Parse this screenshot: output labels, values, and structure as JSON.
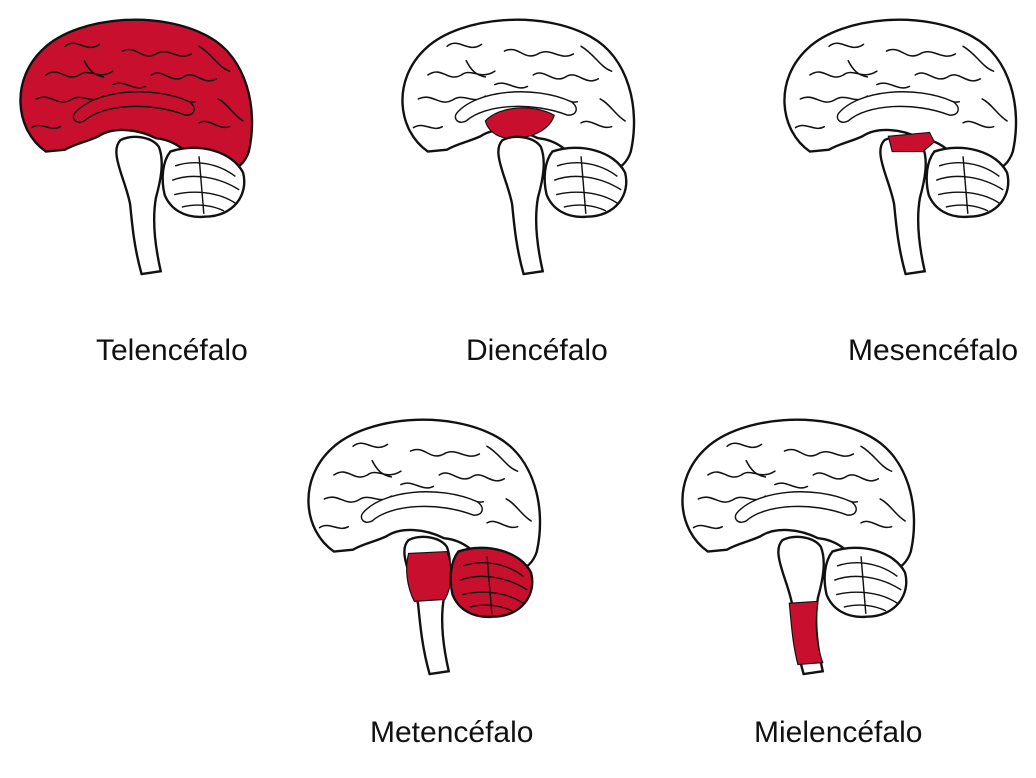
{
  "highlight_color": "#c8102e",
  "outline_color": "#111111",
  "panels": [
    {
      "label": "Telencéfalo",
      "region": "telencephalon",
      "icon": "brain-sagittal-telencephalon-highlight"
    },
    {
      "label": "Diencéfalo",
      "region": "diencephalon",
      "icon": "brain-sagittal-diencephalon-highlight"
    },
    {
      "label": "Mesencéfalo",
      "region": "mesencephalon",
      "icon": "brain-sagittal-mesencephalon-highlight"
    },
    {
      "label": "Metencéfalo",
      "region": "metencephalon",
      "icon": "brain-sagittal-metencephalon-highlight"
    },
    {
      "label": "Mielencéfalo",
      "region": "myelencephalon",
      "icon": "brain-sagittal-myelencephalon-highlight"
    }
  ]
}
